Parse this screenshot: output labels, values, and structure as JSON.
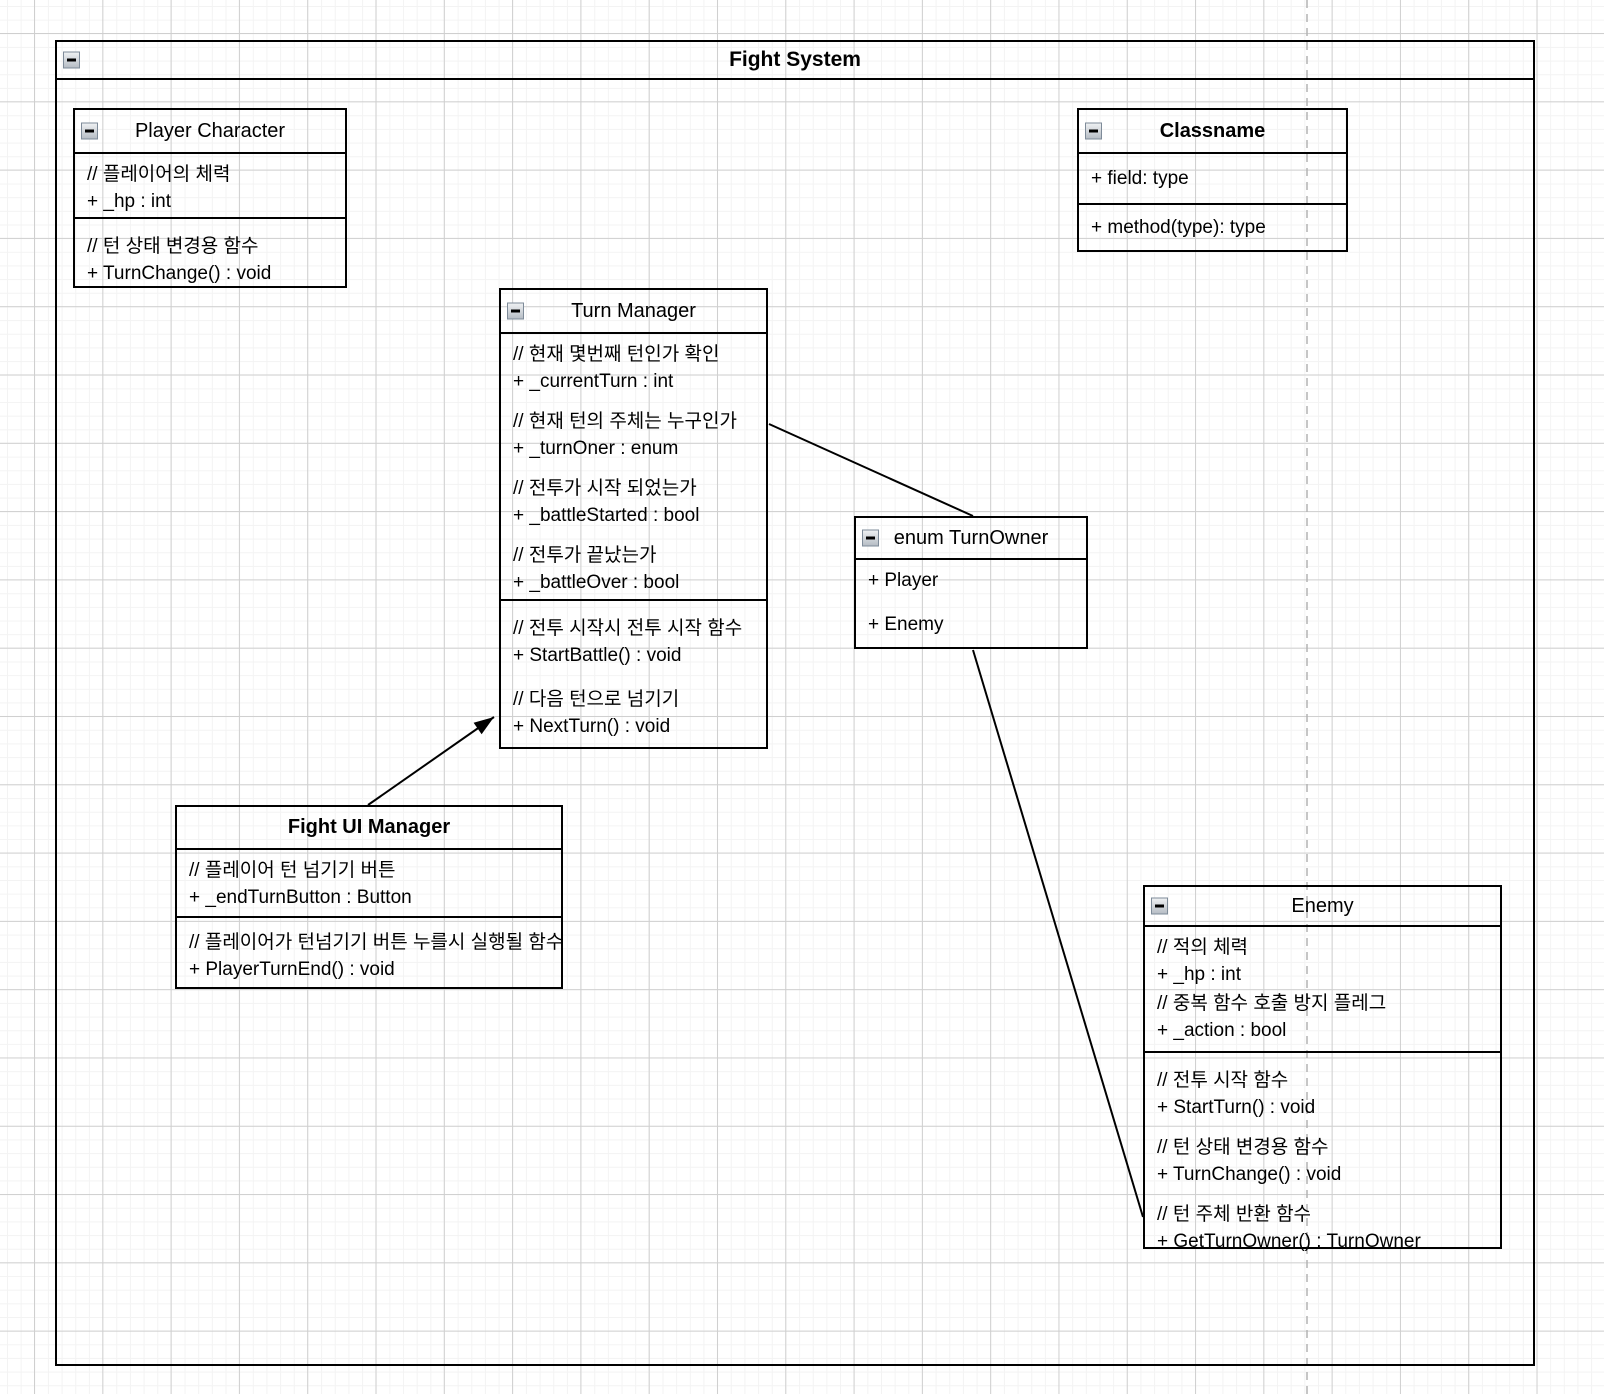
{
  "canvas": {
    "background": "#ffffff",
    "grid_minor_color": "#f3f3f3",
    "grid_major_color": "#cfcfcf",
    "stroke_color": "#000000",
    "page_break_color": "#b3b3b3"
  },
  "container": {
    "title": "Fight System"
  },
  "classes": {
    "player_character": {
      "title": "Player Character",
      "fields": [
        [
          "// 플레이어의 체력",
          "+ _hp : int"
        ]
      ],
      "methods": [
        [
          "// 턴 상태 변경용 함수",
          "+ TurnChange() : void"
        ]
      ]
    },
    "classname": {
      "title": "Classname",
      "fields": [
        [
          "+ field: type"
        ]
      ],
      "methods": [
        [
          "+ method(type): type"
        ]
      ]
    },
    "turn_manager": {
      "title": "Turn Manager",
      "fields": [
        [
          "// 현재 몇번째 턴인가 확인",
          "+ _currentTurn : int"
        ],
        [
          "// 현재 턴의 주체는 누구인가",
          "+ _turnOner : enum"
        ],
        [
          "// 전투가 시작 되었는가",
          "+ _battleStarted : bool"
        ],
        [
          "// 전투가 끝났는가",
          "+ _battleOver : bool"
        ]
      ],
      "methods": [
        [
          "// 전투 시작시 전투 시작 함수",
          "+ StartBattle() : void"
        ],
        [
          "// 다음 턴으로 넘기기",
          "+ NextTurn() : void"
        ]
      ]
    },
    "turn_owner": {
      "title": "enum TurnOwner",
      "fields": [
        [
          "+ Player"
        ],
        [
          "+ Enemy"
        ]
      ]
    },
    "fight_ui_manager": {
      "title": "Fight UI Manager",
      "fields": [
        [
          "// 플레이어 턴 넘기기 버튼",
          "+ _endTurnButton : Button"
        ]
      ],
      "methods": [
        [
          "// 플레이어가 턴넘기기 버튼 누를시 실행될 함수",
          "+ PlayerTurnEnd() : void"
        ]
      ]
    },
    "enemy": {
      "title": "Enemy",
      "fields": [
        [
          "// 적의 체력",
          "+ _hp : int"
        ],
        [
          "// 중복 함수 호출 방지 플레그",
          "+ _action : bool"
        ]
      ],
      "methods": [
        [
          "// 전투 시작 함수",
          "+ StartTurn() : void"
        ],
        [
          "// 턴 상태 변경용 함수",
          "+ TurnChange() : void"
        ],
        [
          "// 턴 주체 반환 함수",
          "+ GetTurnOwner() : TurnOwner"
        ]
      ]
    }
  }
}
